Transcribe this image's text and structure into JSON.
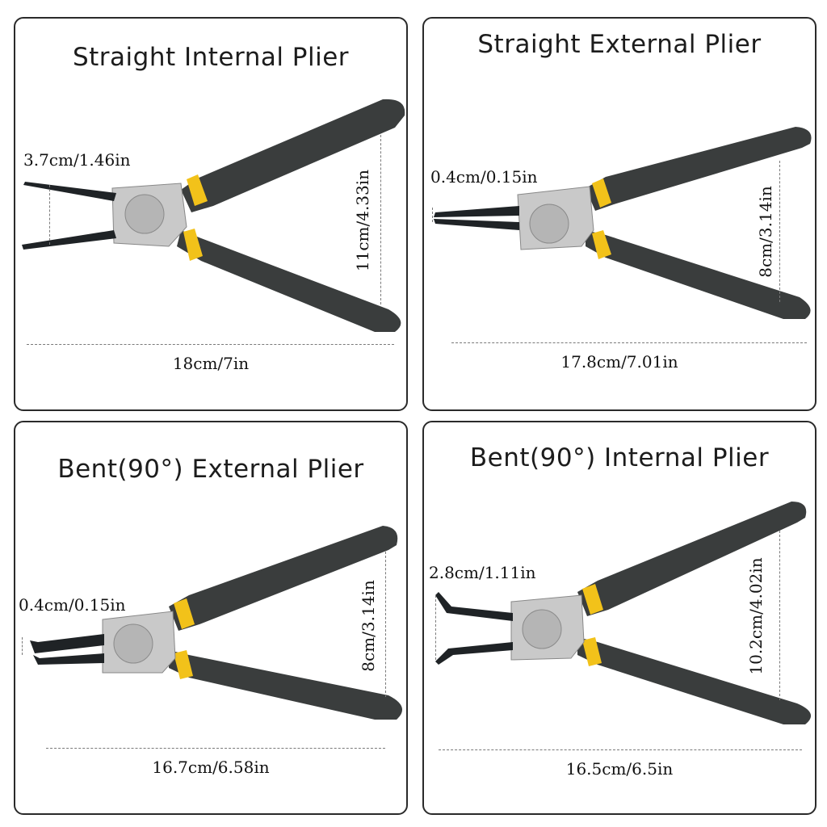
{
  "panels": [
    {
      "title": "Straight Internal Plier",
      "tip_label": "3.7cm/1.46in",
      "height_label": "11cm/4.33in",
      "length_label": "18cm/7in"
    },
    {
      "title": "Straight External Plier",
      "tip_label": "0.4cm/0.15in",
      "height_label": "8cm/3.14in",
      "length_label": "17.8cm/7.01in"
    },
    {
      "title": "Bent(90°) External Plier",
      "tip_label": "0.4cm/0.15in",
      "height_label": "8cm/3.14in",
      "length_label": "16.7cm/6.58in"
    },
    {
      "title": "Bent(90°) Internal Plier",
      "tip_label": "2.8cm/1.11in",
      "height_label": "10.2cm/4.02in",
      "length_label": "16.5cm/6.5in"
    }
  ],
  "colors": {
    "handle": "#3a3d3d",
    "grip_band": "#f2c21a",
    "steel": "#c9c9c9",
    "jaw": "#1f2326",
    "border": "#2a2a2a"
  }
}
